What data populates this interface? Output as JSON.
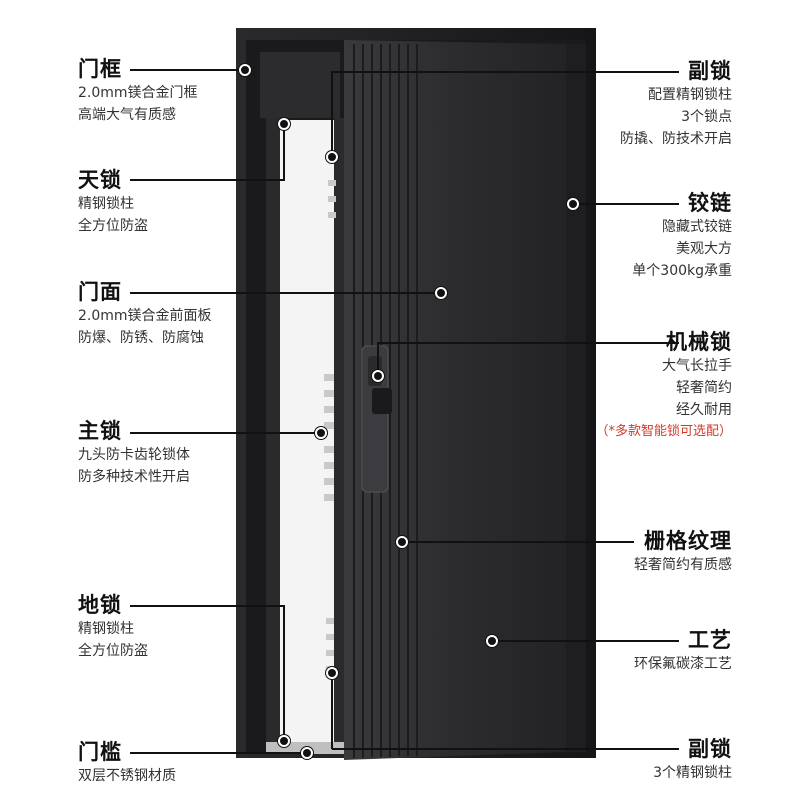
{
  "callouts": {
    "frame": {
      "title": "门框",
      "lines": [
        "2.0mm镁合金门框",
        "高端大气有质感"
      ]
    },
    "top_lock": {
      "title": "天锁",
      "lines": [
        "精钢锁柱",
        "全方位防盗"
      ]
    },
    "door_face": {
      "title": "门面",
      "lines": [
        "2.0mm镁合金前面板",
        "防爆、防锈、防腐蚀"
      ]
    },
    "main_lock": {
      "title": "主锁",
      "lines": [
        "九头防卡齿轮锁体",
        "防多种技术性开启"
      ]
    },
    "ground_lock": {
      "title": "地锁",
      "lines": [
        "精钢锁柱",
        "全方位防盗"
      ]
    },
    "threshold": {
      "title": "门槛",
      "lines": [
        "双层不锈钢材质"
      ]
    },
    "aux_lock_top": {
      "title": "副锁",
      "lines": [
        "配置精钢锁柱",
        "3个锁点",
        "防撬、防技术开启"
      ]
    },
    "hinge": {
      "title": "铰链",
      "lines": [
        "隐藏式铰链",
        "美观大方",
        "单个300kg承重"
      ]
    },
    "mech_lock": {
      "title": "机械锁",
      "lines": [
        "大气长拉手",
        "轻奢简约",
        "经久耐用"
      ],
      "note": "（*多款智能锁可选配）"
    },
    "grille": {
      "title": "栅格纹理",
      "lines": [
        "轻奢简约有质感"
      ]
    },
    "craft": {
      "title": "工艺",
      "lines": [
        "环保氟碳漆工艺"
      ]
    },
    "aux_lock_bottom": {
      "title": "副锁",
      "lines": [
        "3个精钢锁柱"
      ]
    }
  },
  "colors": {
    "door": "#2b2b2d",
    "frame": "#1e1e20",
    "note": "#d23a2a"
  }
}
